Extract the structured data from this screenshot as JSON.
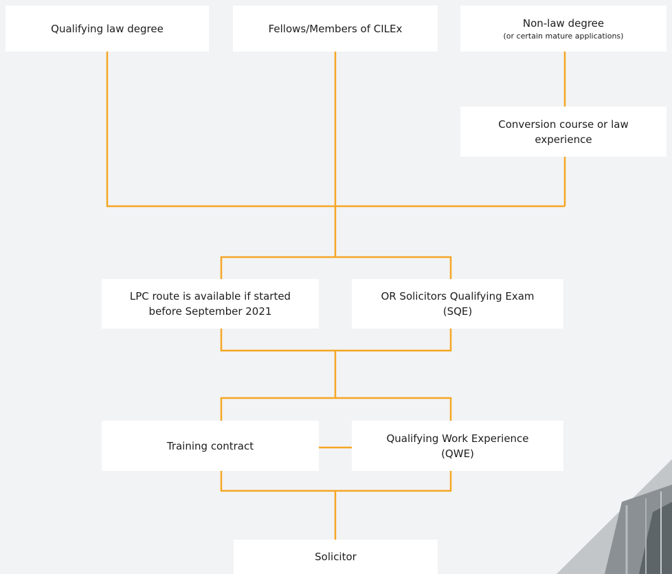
{
  "diagram": {
    "nodes": {
      "law_degree": {
        "label": "Qualifying law degree"
      },
      "cilex": {
        "label": "Fellows/Members of CILEx"
      },
      "non_law": {
        "label": "Non-law degree",
        "sublabel": "(or certain mature applications)"
      },
      "conversion": {
        "label": "Conversion course or law experience"
      },
      "lpc": {
        "label": "LPC route is available if started before September 2021"
      },
      "sqe": {
        "label": "OR Solicitors Qualifying Exam (SQE)"
      },
      "training": {
        "label": "Training contract"
      },
      "qwe": {
        "label": "Qualifying Work Experience (QWE)"
      },
      "solicitor": {
        "label": "Solicitor"
      }
    },
    "colors": {
      "connector": "#f5a623",
      "background": "#f2f3f4",
      "box": "#ffffff",
      "text": "#1c1c1c"
    }
  }
}
